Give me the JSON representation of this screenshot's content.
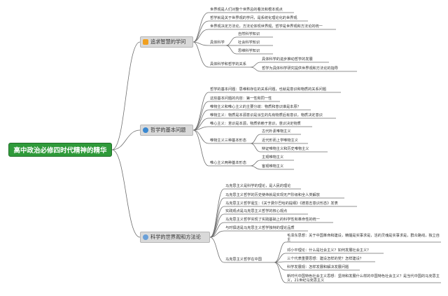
{
  "root": {
    "title": "高中政治必修四时代精神的精华"
  },
  "branches": [
    {
      "label": "追求智慧的学问",
      "icon": "lightbulb-icon",
      "icon_color": "#f0a020"
    },
    {
      "label": "哲学的基本问题",
      "icon": "globe-icon",
      "icon_color": "#3a88d0"
    },
    {
      "label": "科学的世界观和方法论",
      "icon": "atom-icon",
      "icon_color": "#6aa0d8"
    }
  ],
  "b1": {
    "items": [
      "世界观是人们对整个世界总的看法和根本观点",
      "哲学就是关于世界观的学问，是系统化理论化的世界观",
      "世界观决定方法论，方法论体现世界观。哲学是世界观和方法论的统一",
      "具体科学",
      "具体科学和哲学的关系"
    ],
    "science": [
      "自然科学知识",
      "社会科学知识",
      "思维科学知识"
    ],
    "relation": [
      "具体科学的进步推动哲学的发展",
      "哲学为具体科学研究提供世界观和方法论的指导"
    ]
  },
  "b2": {
    "items": [
      "哲学的基本问题：思维和存在的关系问题，也就是意识和物质的关系问题",
      "这些基本问题的内容：第一性和同一性",
      "唯物主义和唯心主义的主要分歧：物质和意识谁是本原？",
      "唯物主义：物质是本源意识是派生的先有物质后有意识，物质决定意识",
      "唯心主义：意识是本源，物质依赖于意识，意识决定物质",
      "唯物主义三种基本形态",
      "唯心主义两种基本形态"
    ],
    "materialism": [
      "古代朴素唯物主义",
      "近代形而上学唯物主义",
      "辩证唯物主义和历史唯物主义"
    ],
    "idealism": [
      "主观唯物主义",
      "客观唯物主义"
    ]
  },
  "b3": {
    "items": [
      "马克思主义是科学的理论，是人民的理论",
      "马克思主义哲学的历史使命就是实现无产阶级和全人类解放",
      "马克思主义哲学诞生：《关于费尔巴哈的提纲》《德意志意识形态》发表",
      "实践观点是马克思主义哲学的核心观点",
      "马克思主义哲学实现了实践基础上的科学性和革命性的统一",
      "与时俱进是马克思主义哲学独特的理论品质",
      "马克思主义哲学在中国"
    ],
    "china": [
      "毛泽东思想：关于中国革命和建设，精髓是实事求是，活的灵魂是实事求是，群众路线，独立自主",
      "邓小平理论：什么是社会主义？如何发展社会主义？",
      "三个代表重要思想：建设怎样的党？怎样建设？",
      "科学发展观：怎样发展和解决发展问题",
      "新时代中国特色社会主义思想：坚持和发展什么样的中国特色社会主义？是当代中国的马克思主义，21世纪马克思主义"
    ]
  }
}
